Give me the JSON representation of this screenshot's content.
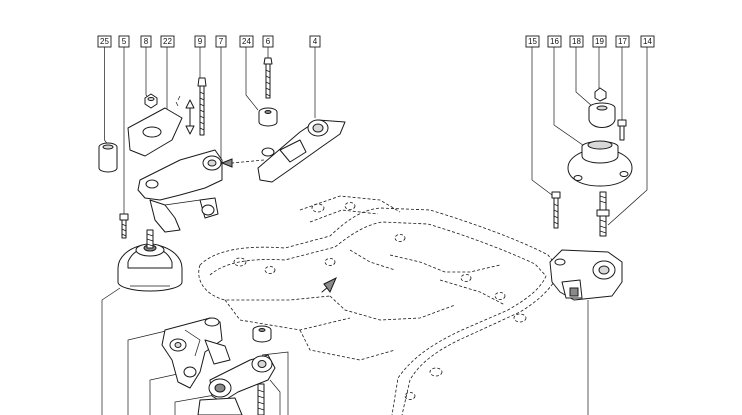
{
  "callouts": [
    {
      "id": "c25",
      "label": "25"
    },
    {
      "id": "c5",
      "label": "5"
    },
    {
      "id": "c8",
      "label": "8"
    },
    {
      "id": "c22",
      "label": "22"
    },
    {
      "id": "c9",
      "label": "9"
    },
    {
      "id": "c7",
      "label": "7"
    },
    {
      "id": "c24",
      "label": "24"
    },
    {
      "id": "c6",
      "label": "6"
    },
    {
      "id": "c4",
      "label": "4"
    },
    {
      "id": "c15",
      "label": "15"
    },
    {
      "id": "c16",
      "label": "16"
    },
    {
      "id": "c18",
      "label": "18"
    },
    {
      "id": "c19",
      "label": "19"
    },
    {
      "id": "c17",
      "label": "17"
    },
    {
      "id": "c14",
      "label": "14"
    }
  ]
}
